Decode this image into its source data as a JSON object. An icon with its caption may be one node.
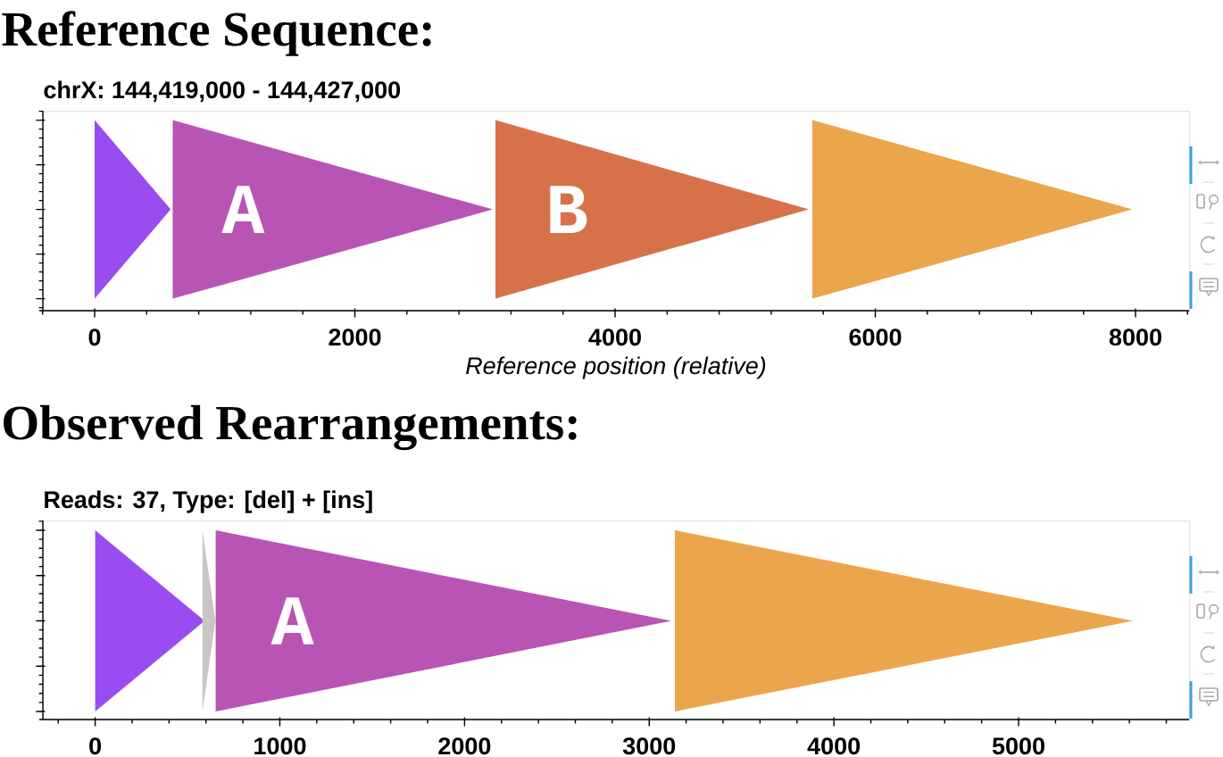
{
  "diagram": {
    "nodes": [
      {
        "text": [
          "chrX: 144,419,000 - 144,427,000"
        ]
      },
      {
        "text": [],
        "shape": "triangle",
        "in": 0
      },
      {
        "text": [
          "A"
        ],
        "in": 0
      },
      {
        "text": [
          "B"
        ],
        "in": 0
      },
      {
        "text": [],
        "shape": "triangle",
        "in": 0
      },
      {
        "text": [
          "Reads: 37, Type: [del] + [ins]"
        ]
      },
      {
        "text": [],
        "shape": "triangle",
        "in": 5
      },
      {
        "text": [],
        "shape": "triangle",
        "in": 5
      },
      {
        "text": [
          "A"
        ],
        "in": 5
      },
      {
        "text": [],
        "shape": "triangle",
        "in": 5
      }
    ],
    "labels": [
      "Reference Sequence:",
      "0",
      "2000",
      "4000",
      "6000",
      "8000",
      "Reference position (relative)",
      "Observed Rearrangements:",
      "0",
      "1000",
      "2000",
      "3000",
      "4000",
      "5000"
    ]
  }
}
